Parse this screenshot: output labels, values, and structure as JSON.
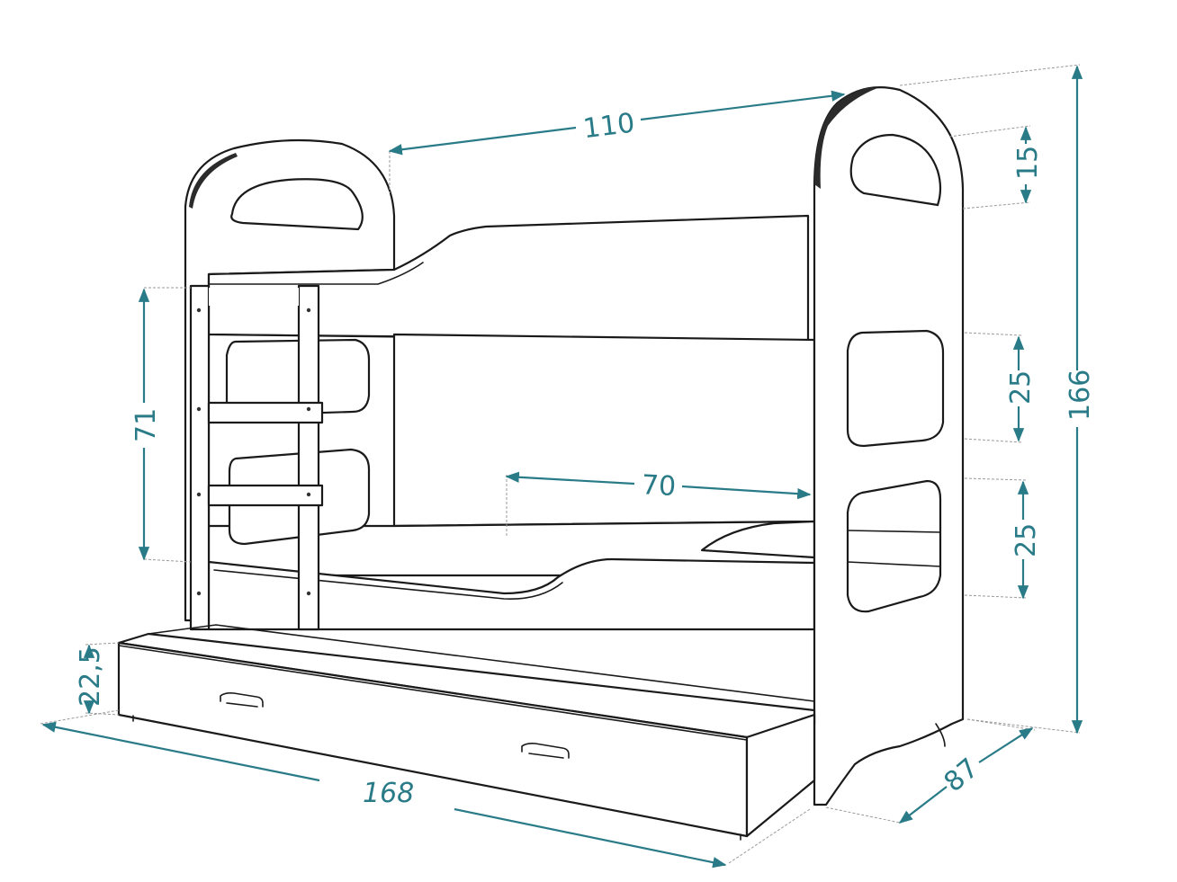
{
  "colors": {
    "dimension": "#2a7b88",
    "outline": "#1a1a1a"
  },
  "dimensions": {
    "top_width": "110",
    "head_arch": "15",
    "total_height": "166",
    "upper_opening": "25",
    "lower_opening": "25",
    "ladder_height": "71",
    "guard_opening": "70",
    "drawer_height": "22,5",
    "total_length": "168",
    "depth": "87"
  }
}
